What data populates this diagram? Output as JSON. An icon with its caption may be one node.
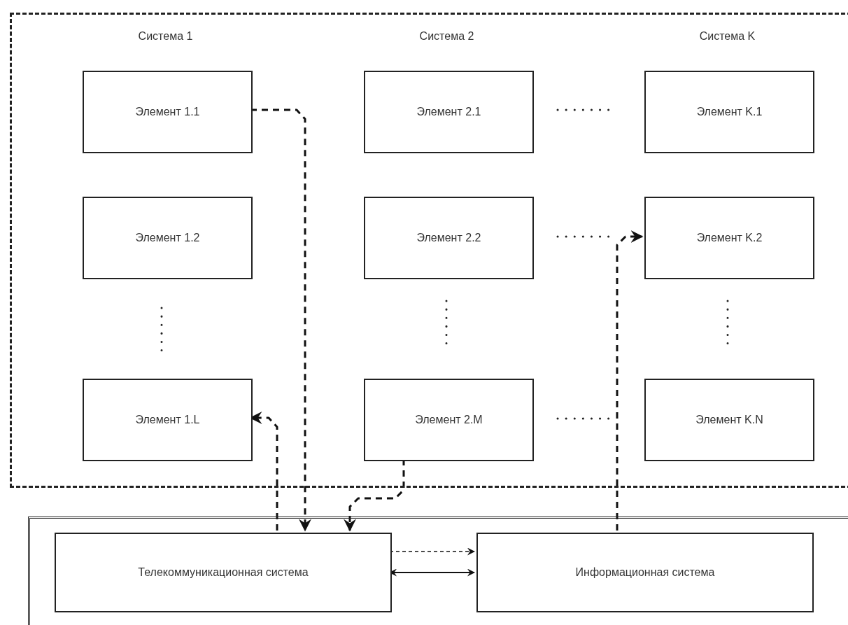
{
  "diagram": {
    "nodes": [
      {
        "text": [],
        "shape": "box"
      },
      {
        "text": [
          "Элемент 1.1"
        ],
        "in": 0
      },
      {
        "text": [
          "Элемент 2.1"
        ],
        "in": 0
      },
      {
        "text": [
          "Элемент K.1"
        ],
        "in": 0
      },
      {
        "text": [
          "Элемент 1.2"
        ],
        "in": 0
      },
      {
        "text": [
          "Элемент 2.2"
        ],
        "in": 0
      },
      {
        "text": [
          "Элемент K.2"
        ],
        "in": 0
      },
      {
        "text": [
          "Элемент 1.L"
        ],
        "in": 0
      },
      {
        "text": [
          "Элемент 2.M"
        ],
        "in": 0
      },
      {
        "text": [
          "Элемент K.N"
        ],
        "in": 0
      },
      {
        "text": [],
        "shape": "box"
      },
      {
        "text": [
          "Телекоммуникационная система"
        ],
        "in": 10
      },
      {
        "text": [
          "Информационная система"
        ],
        "in": 10
      }
    ],
    "edges": [
      {
        "from": 1,
        "to": 11,
        "arrow": "to",
        "style": "dashed"
      },
      {
        "from": 11,
        "to": 7,
        "arrow": "to",
        "style": "dashed"
      },
      {
        "from": 8,
        "to": 11,
        "arrow": "to",
        "style": "dashed"
      },
      {
        "from": 11,
        "to": 12,
        "arrow": "to",
        "style": "dashed"
      },
      {
        "from": 11,
        "to": 12,
        "arrow": "both"
      },
      {
        "from": 12,
        "to": 6,
        "arrow": "to",
        "style": "dashed"
      }
    ],
    "labels": [
      "Система 1",
      "Система 2",
      "Система K"
    ]
  }
}
